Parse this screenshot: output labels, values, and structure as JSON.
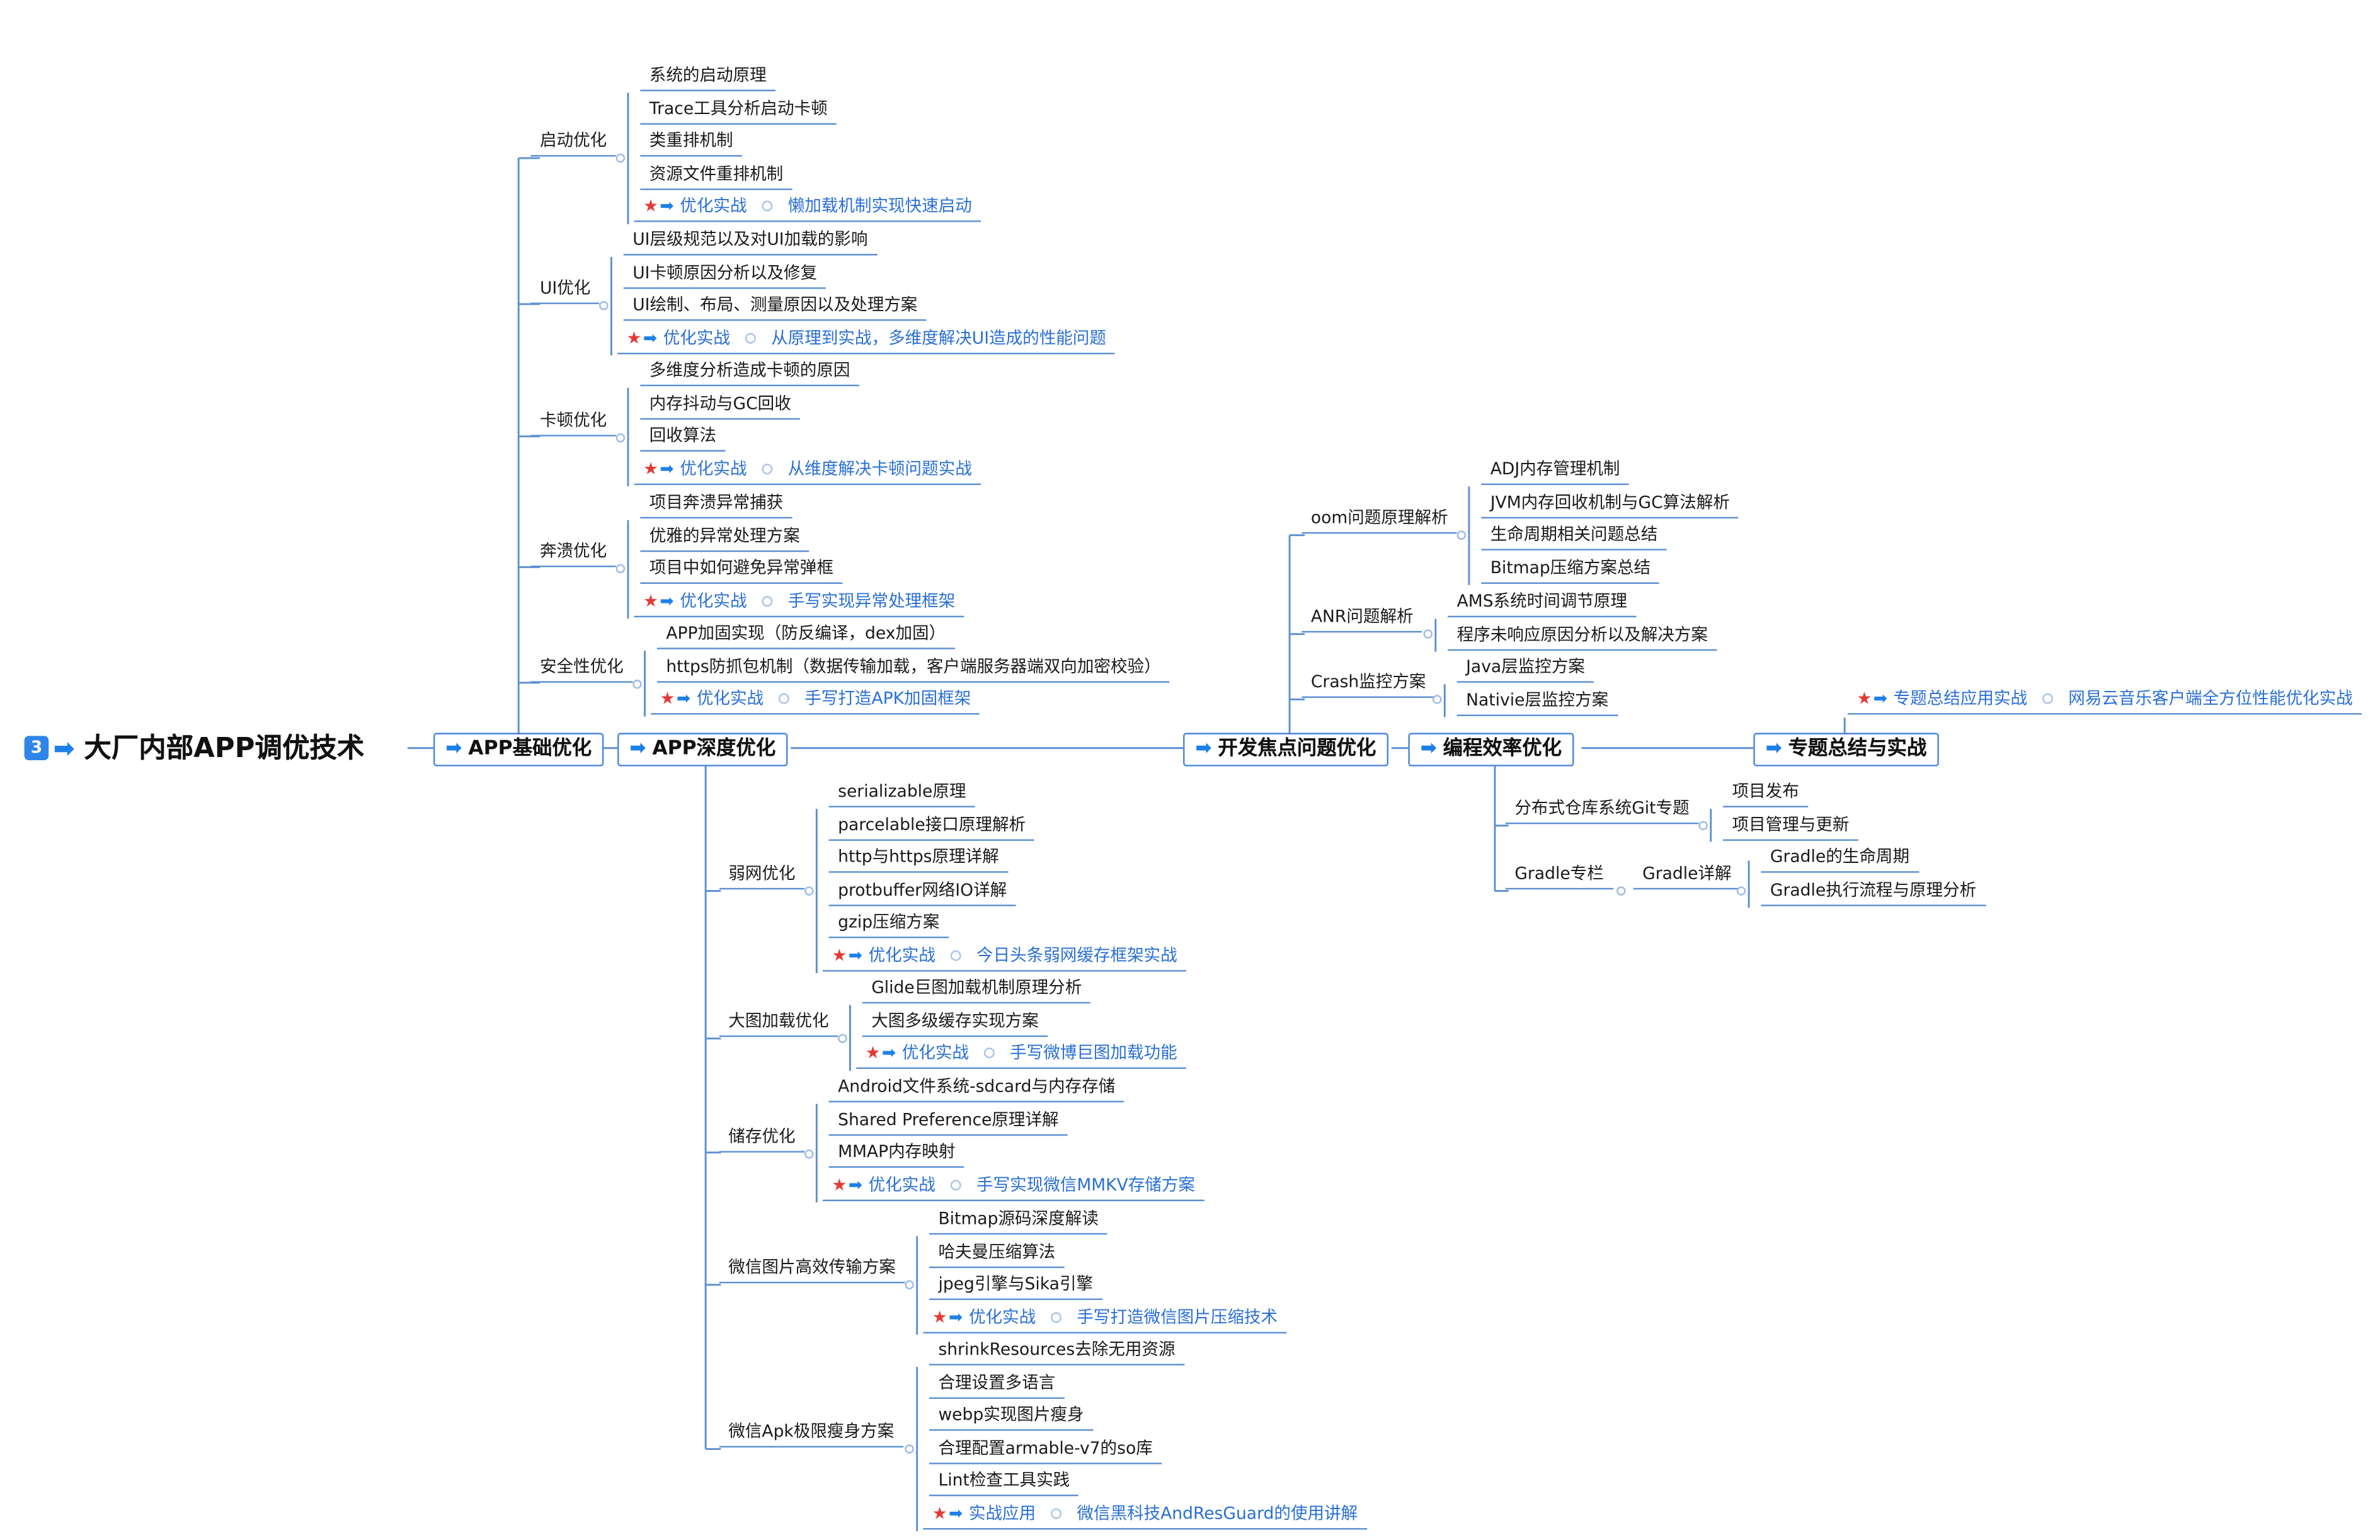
{
  "root": {
    "number": "3",
    "title": "大厂内部APP调优技术"
  },
  "icons": {
    "arrow": "arrow-right-icon",
    "star": "star-icon"
  },
  "colors": {
    "line": "#5b8fd1",
    "link_text": "#2a6fd6",
    "star": "#e53935",
    "arrow": "#1d80e8"
  },
  "main": {
    "basic": "APP基础优化",
    "deep": "APP深度优化",
    "focus": "开发焦点问题优化",
    "efficiency": "编程效率优化",
    "summary": "专题总结与实战"
  },
  "basic": {
    "startup": {
      "label": "启动优化",
      "items": [
        "系统的启动原理",
        "Trace工具分析启动卡顿",
        "类重排机制",
        "资源文件重排机制"
      ],
      "practice": "优化实战",
      "detail": "懒加载机制实现快速启动"
    },
    "ui": {
      "label": "UI优化",
      "items": [
        "UI层级规范以及对UI加载的影响",
        "UI卡顿原因分析以及修复",
        "UI绘制、布局、测量原因以及处理方案"
      ],
      "practice": "优化实战",
      "detail": "从原理到实战，多维度解决UI造成的性能问题"
    },
    "lag": {
      "label": "卡顿优化",
      "items": [
        "多维度分析造成卡顿的原因",
        "内存抖动与GC回收",
        "回收算法"
      ],
      "practice": "优化实战",
      "detail": "从维度解决卡顿问题实战"
    },
    "crash": {
      "label": "奔溃优化",
      "items": [
        "项目奔溃异常捕获",
        "优雅的异常处理方案",
        "项目中如何避免异常弹框"
      ],
      "practice": "优化实战",
      "detail": "手写实现异常处理框架"
    },
    "security": {
      "label": "安全性优化",
      "items": [
        "APP加固实现（防反编译，dex加固）",
        "https防抓包机制（数据传输加载，客户端服务器端双向加密校验）"
      ],
      "practice": "优化实战",
      "detail": "手写打造APK加固框架"
    }
  },
  "deep": {
    "weaknet": {
      "label": "弱网优化",
      "items": [
        "serializable原理",
        "parcelable接口原理解析",
        "http与https原理详解",
        "protbuffer网络IO详解",
        "gzip压缩方案"
      ],
      "practice": "优化实战",
      "detail": "今日头条弱网缓存框架实战"
    },
    "bigimg": {
      "label": "大图加载优化",
      "items": [
        "Glide巨图加载机制原理分析",
        "大图多级缓存实现方案"
      ],
      "practice": "优化实战",
      "detail": "手写微博巨图加载功能"
    },
    "storage": {
      "label": "储存优化",
      "items": [
        "Android文件系统-sdcard与内存存储",
        "Shared Preference原理详解",
        "MMAP内存映射"
      ],
      "practice": "优化实战",
      "detail": "手写实现微信MMKV存储方案"
    },
    "wximg": {
      "label": "微信图片高效传输方案",
      "items": [
        "Bitmap源码深度解读",
        "哈夫曼压缩算法",
        "jpeg引擎与Sika引擎"
      ],
      "practice": "优化实战",
      "detail": "手写打造微信图片压缩技术"
    },
    "apk": {
      "label": "微信Apk极限瘦身方案",
      "items": [
        "shrinkResources去除无用资源",
        "合理设置多语言",
        "webp实现图片瘦身",
        "合理配置armable-v7的so库",
        "Lint检查工具实践"
      ],
      "practice": "实战应用",
      "detail": "微信黑科技AndResGuard的使用讲解"
    }
  },
  "focus": {
    "oom": {
      "label": "oom问题原理解析",
      "items": [
        "ADJ内存管理机制",
        "JVM内存回收机制与GC算法解析",
        "生命周期相关问题总结",
        "Bitmap压缩方案总结"
      ]
    },
    "anr": {
      "label": "ANR问题解析",
      "items": [
        "AMS系统时间调节原理",
        "程序未响应原因分析以及解决方案"
      ]
    },
    "crashmon": {
      "label": "Crash监控方案",
      "items": [
        "Java层监控方案",
        "Nativie层监控方案"
      ]
    }
  },
  "efficiency": {
    "git": {
      "label": "分布式仓库系统Git专题",
      "items": [
        "项目发布",
        "项目管理与更新"
      ]
    },
    "gradle": {
      "label": "Gradle专栏",
      "sub": "Gradle详解",
      "items": [
        "Gradle的生命周期",
        "Gradle执行流程与原理分析"
      ]
    }
  },
  "summary": {
    "practice": "专题总结应用实战",
    "detail": "网易云音乐客户端全方位性能优化实战"
  }
}
